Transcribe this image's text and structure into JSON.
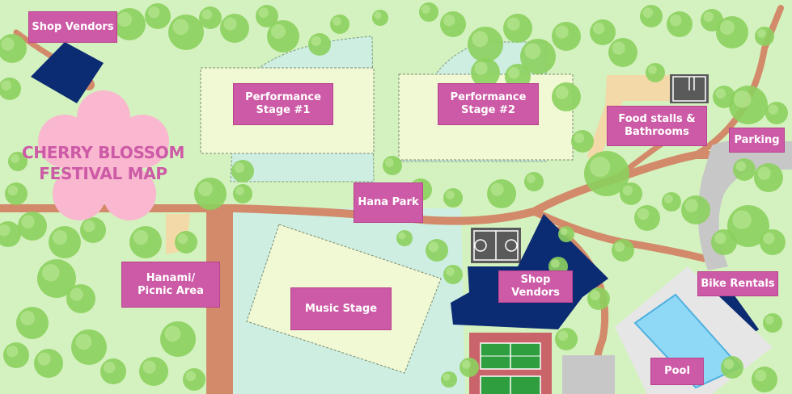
{
  "map": {
    "title": "CHERRY BLOSSOM\nFESTIVAL MAP",
    "colors": {
      "grass": "#d4f2bf",
      "path": "#d28a6a",
      "lawn_area": "#f0f9d4",
      "water_zone": "#cdeee0",
      "building": "#0b2b72",
      "label_bg": "#cd5aa6",
      "pool_water": "#8fd8f6",
      "tennis_court": "#2e9e3f",
      "tree": "#8cd05e",
      "blossom": "#f9b8cf"
    },
    "labels": {
      "shop_vendors_nw": "Shop Vendors",
      "performance_stage_1": "Performance\nStage #1",
      "performance_stage_2": "Performance\nStage #2",
      "food_stalls": "Food stalls &\nBathrooms",
      "parking": "Parking",
      "hana_park": "Hana Park",
      "hanami_picnic": "Hanami/\nPicnic Area",
      "music_stage": "Music Stage",
      "shop_vendors_center": "Shop\nVendors",
      "bike_rentals": "Bike Rentals",
      "pool": "Pool"
    }
  }
}
